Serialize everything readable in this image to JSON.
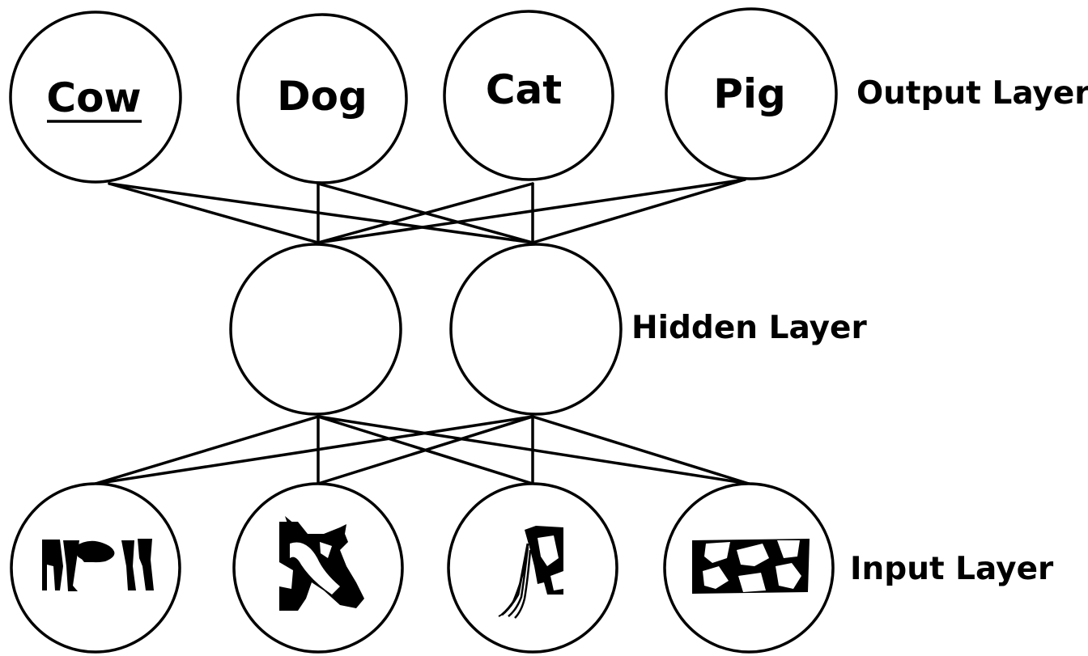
{
  "output_layer": {
    "label": "Output Layer",
    "nodes": [
      {
        "label": "Cow",
        "selected": true
      },
      {
        "label": "Dog",
        "selected": false
      },
      {
        "label": "Cat",
        "selected": false
      },
      {
        "label": "Pig",
        "selected": false
      }
    ]
  },
  "hidden_layer": {
    "label": "Hidden Layer",
    "node_count": 2
  },
  "input_layer": {
    "label": "Input Layer",
    "nodes": [
      {
        "icon": "cow-legs-fragment-icon"
      },
      {
        "icon": "cow-head-fragment-icon"
      },
      {
        "icon": "cow-tail-fragment-icon"
      },
      {
        "icon": "cow-body-fragment-icon"
      }
    ]
  },
  "connections": "fully-connected",
  "colors": {
    "stroke": "#000000",
    "fill": "#ffffff"
  }
}
